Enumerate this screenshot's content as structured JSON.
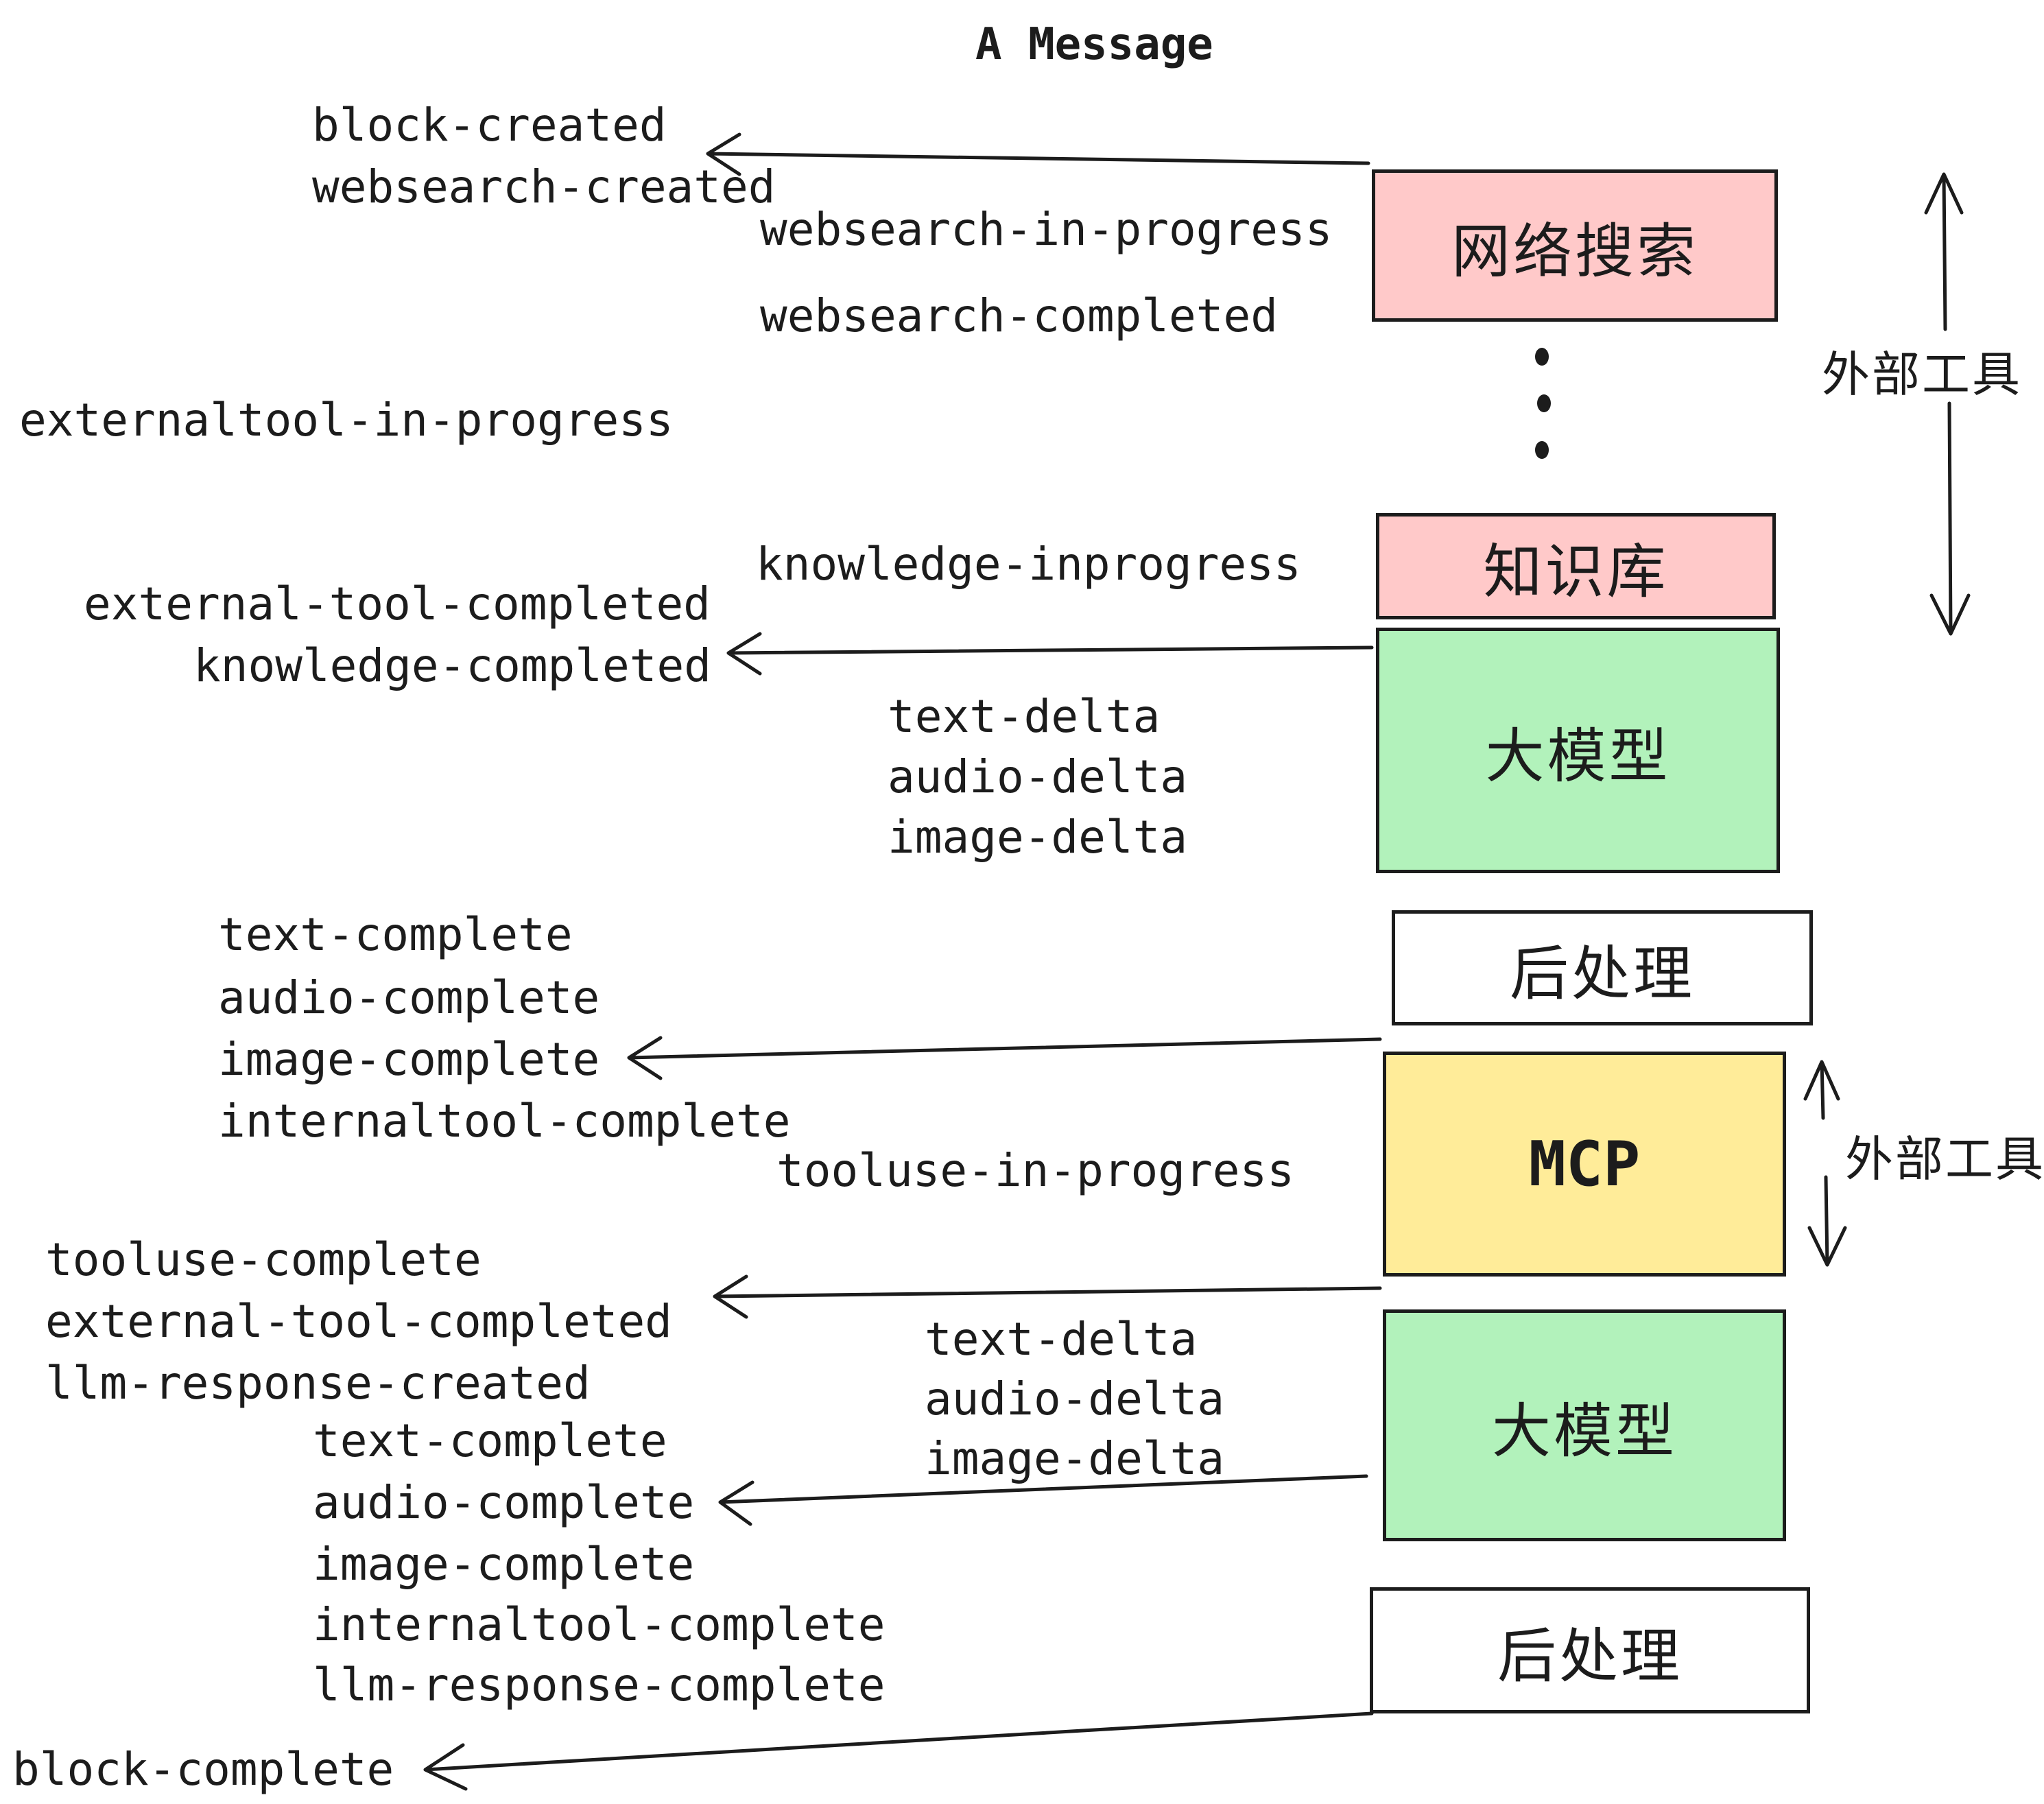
{
  "title": "A Message",
  "events": [
    "block-created",
    "websearch-created",
    "websearch-in-progress",
    "websearch-completed",
    "externaltool-in-progress",
    "knowledge-inprogress",
    "external-tool-completed",
    "knowledge-completed",
    "text-delta",
    "audio-delta",
    "image-delta",
    "text-complete",
    "audio-complete",
    "image-complete",
    "internaltool-complete",
    "tooluse-in-progress",
    "tooluse-complete",
    "external-tool-completed",
    "llm-response-created",
    "text-delta",
    "audio-delta",
    "image-delta",
    "text-complete",
    "audio-complete",
    "image-complete",
    "internaltool-complete",
    "llm-response-complete",
    "block-complete"
  ],
  "boxes": [
    {
      "label": "网络搜索",
      "fill": "#ffc9c9"
    },
    {
      "label": "知识库",
      "fill": "#ffc9c9"
    },
    {
      "label": "大模型",
      "fill": "#b2f2bb"
    },
    {
      "label": "后处理",
      "fill": "#ffffff"
    },
    {
      "label": "MCP",
      "fill": "#ffec99"
    },
    {
      "label": "大模型",
      "fill": "#b2f2bb"
    },
    {
      "label": "后处理",
      "fill": "#ffffff"
    }
  ],
  "side_labels": [
    {
      "text": "外部工具"
    },
    {
      "text": "外部工具"
    }
  ],
  "colors": {
    "background": "#ffffff",
    "stroke": "#1c1c1c",
    "pink": "#ffc9c9",
    "green": "#b2f2bb",
    "yellow": "#ffec99"
  }
}
